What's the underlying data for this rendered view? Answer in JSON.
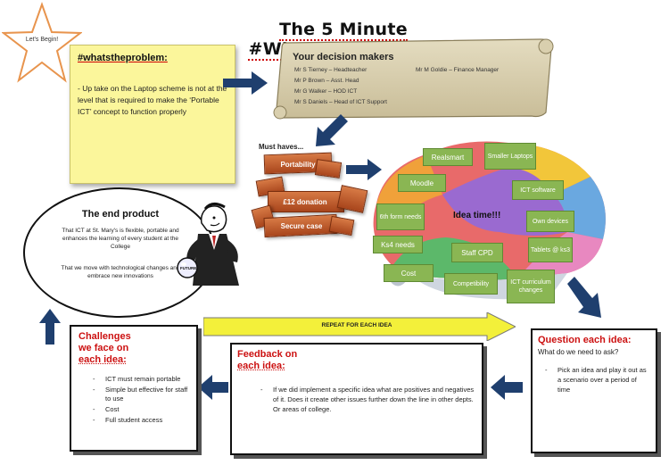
{
  "title": "The 5 Minute #WhatstheProblem",
  "star": {
    "text": "Let's Begin!"
  },
  "problem_note": {
    "title": "#whatstheproblem:",
    "body": "- Up take on the Laptop scheme is not at the level that is required to make the ‘Portable ICT’ concept to function properly"
  },
  "decision_makers": {
    "title": "Your decision makers",
    "left": [
      "Mr S Tierney – Headteacher",
      "Mr P Brown – Asst. Head",
      "Mr G Walker – HOD ICT",
      "Mr S Daniels – Head of ICT Support"
    ],
    "right": [
      "Mr M Goldie – Finance Manager"
    ]
  },
  "must_haves": {
    "title": "Must haves...",
    "bricks": [
      "Portability",
      "£12 donation",
      "Secure case"
    ]
  },
  "ideas": {
    "label": "Idea time!!!",
    "boxes": [
      "Realsmart",
      "Smaller Laptops",
      "Moodle",
      "ICT software",
      "6th form needs",
      "Own devices",
      "Ks4 needs",
      "Staff CPD",
      "Tablets @ ks3",
      "Cost",
      "Competibility",
      "ICT curriculum changes"
    ]
  },
  "end_product": {
    "title": "The end product",
    "p1": "That ICT at St. Mary's is flexible, portable and enhances the learning of every student at the College",
    "p2": "That we move with technological changes and embrace new innovations",
    "crystal_ball_label": "FUTURE"
  },
  "repeat": {
    "label": "REPEAT FOR EACH IDEA"
  },
  "question_box": {
    "title": "Question each idea:",
    "subtitle": "What do we need to ask?",
    "item": "Pick an idea and play it out as a scenario over a period of time"
  },
  "feedback_box": {
    "title_line1": "Feedback on",
    "title_line2": "each idea:",
    "body": "If we did implement a specific idea what are positives and negatives of it. Does it create other issues further down the line in other depts. Or areas of college."
  },
  "challenges_box": {
    "title_line1": "Challenges",
    "title_line2": "we face on",
    "title_line3": "each idea:",
    "items": [
      "ICT must remain portable",
      "Simple but effective for staff to use",
      "Cost",
      "Full student  access"
    ]
  },
  "colors": {
    "arrow_navy": "#1f3f6e",
    "sticky_yellow": "#fbf69b",
    "idea_green": "#8ab653",
    "brick_orange": "#c45e2c",
    "title_red": "#cc1111",
    "repeat_yellow": "#f3f03a"
  }
}
